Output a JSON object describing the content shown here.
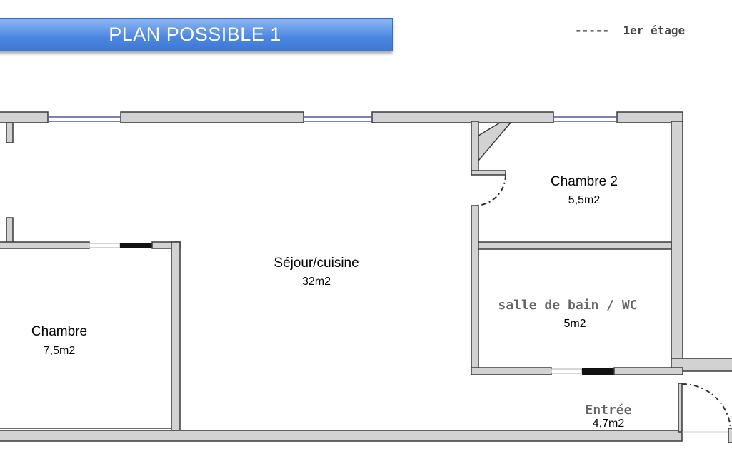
{
  "title": "PLAN POSSIBLE 1",
  "legend": {
    "line": "-----",
    "label": "1er étage"
  },
  "rooms": [
    {
      "name": "Chambre 2",
      "area": "5,5m2"
    },
    {
      "name": "Séjour/cuisine",
      "area": "32m2"
    },
    {
      "name": "salle de bain / WC",
      "area": "5m2"
    },
    {
      "name": "Chambre",
      "area": "7,5m2"
    },
    {
      "name": "Entrée",
      "area": "4,7m2"
    }
  ]
}
